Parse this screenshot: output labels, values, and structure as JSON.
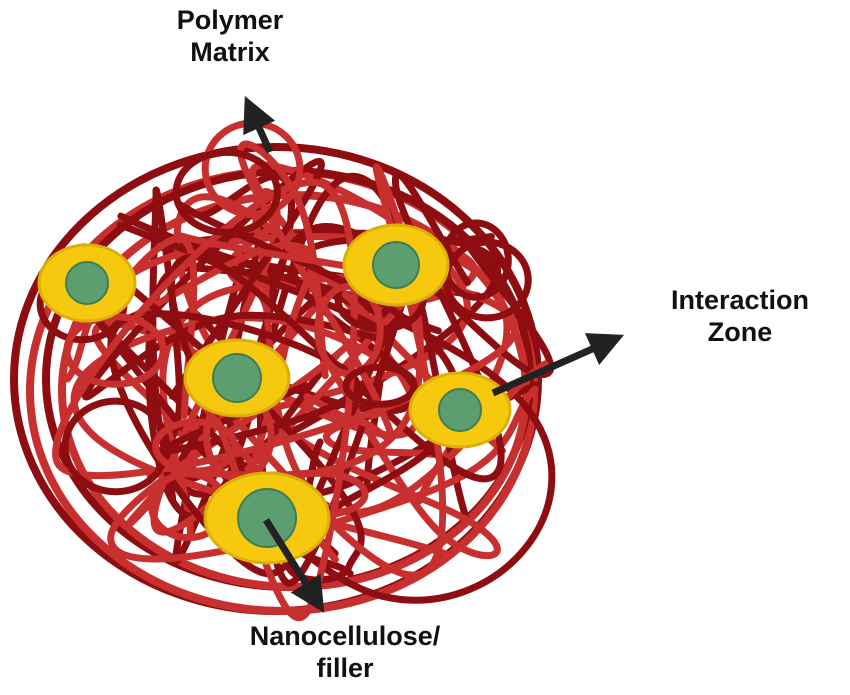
{
  "labels": {
    "polymer_matrix": [
      "Polymer",
      "Matrix"
    ],
    "interaction_zone": [
      "Interaction",
      "Zone"
    ],
    "nanocellulose": [
      "Nanocellulose/",
      "filler"
    ]
  },
  "colors": {
    "polymer_dark": "#8e0d10",
    "polymer_light": "#c8302f",
    "zone": "#f6c90e",
    "zone_edge": "#dcae08",
    "filler": "#5c9e70",
    "filler_edge": "#3f7d56",
    "arrow": "#222222"
  }
}
